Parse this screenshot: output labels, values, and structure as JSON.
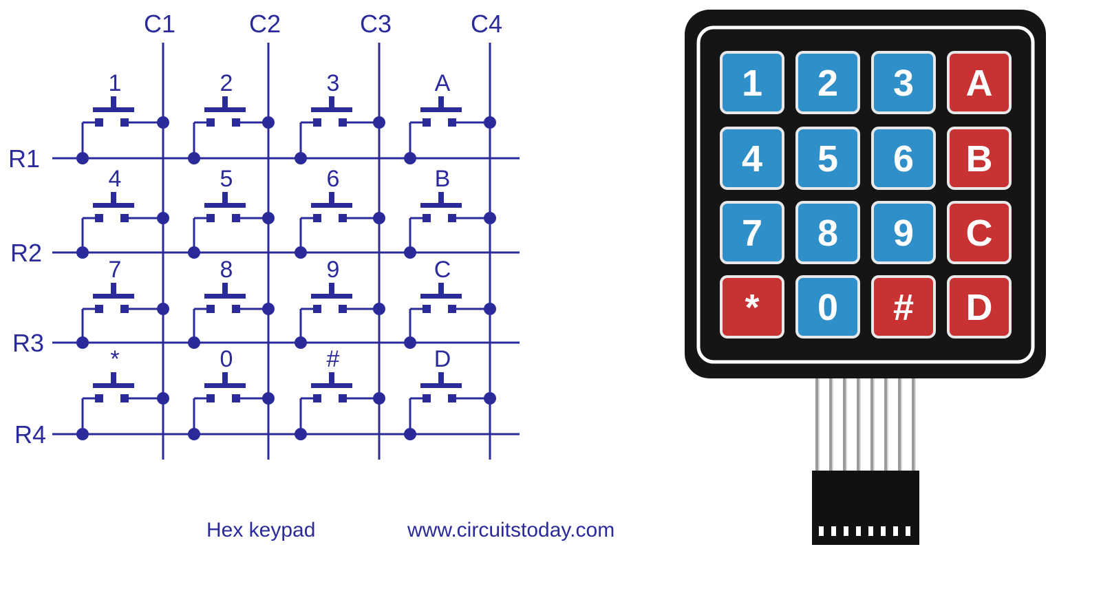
{
  "schematic": {
    "column_labels": [
      "C1",
      "C2",
      "C3",
      "C4"
    ],
    "row_labels": [
      "R1",
      "R2",
      "R3",
      "R4"
    ],
    "key_labels": [
      [
        "1",
        "2",
        "3",
        "A"
      ],
      [
        "4",
        "5",
        "6",
        "B"
      ],
      [
        "7",
        "8",
        "9",
        "C"
      ],
      [
        "*",
        "0",
        "#",
        "D"
      ]
    ],
    "wire_color": "#2a2a9a"
  },
  "keypad": {
    "keys": [
      [
        {
          "label": "1",
          "color": "blue"
        },
        {
          "label": "2",
          "color": "blue"
        },
        {
          "label": "3",
          "color": "blue"
        },
        {
          "label": "A",
          "color": "red"
        }
      ],
      [
        {
          "label": "4",
          "color": "blue"
        },
        {
          "label": "5",
          "color": "blue"
        },
        {
          "label": "6",
          "color": "blue"
        },
        {
          "label": "B",
          "color": "red"
        }
      ],
      [
        {
          "label": "7",
          "color": "blue"
        },
        {
          "label": "8",
          "color": "blue"
        },
        {
          "label": "9",
          "color": "blue"
        },
        {
          "label": "C",
          "color": "red"
        }
      ],
      [
        {
          "label": "*",
          "color": "red"
        },
        {
          "label": "0",
          "color": "blue"
        },
        {
          "label": "#",
          "color": "red"
        },
        {
          "label": "D",
          "color": "red"
        }
      ]
    ],
    "colors": {
      "blue": "#2f8fc9",
      "red": "#c93232",
      "body": "#151515"
    },
    "connector_pins": 8
  },
  "caption": {
    "title": "Hex keypad",
    "url": "www.circuitstoday.com"
  }
}
